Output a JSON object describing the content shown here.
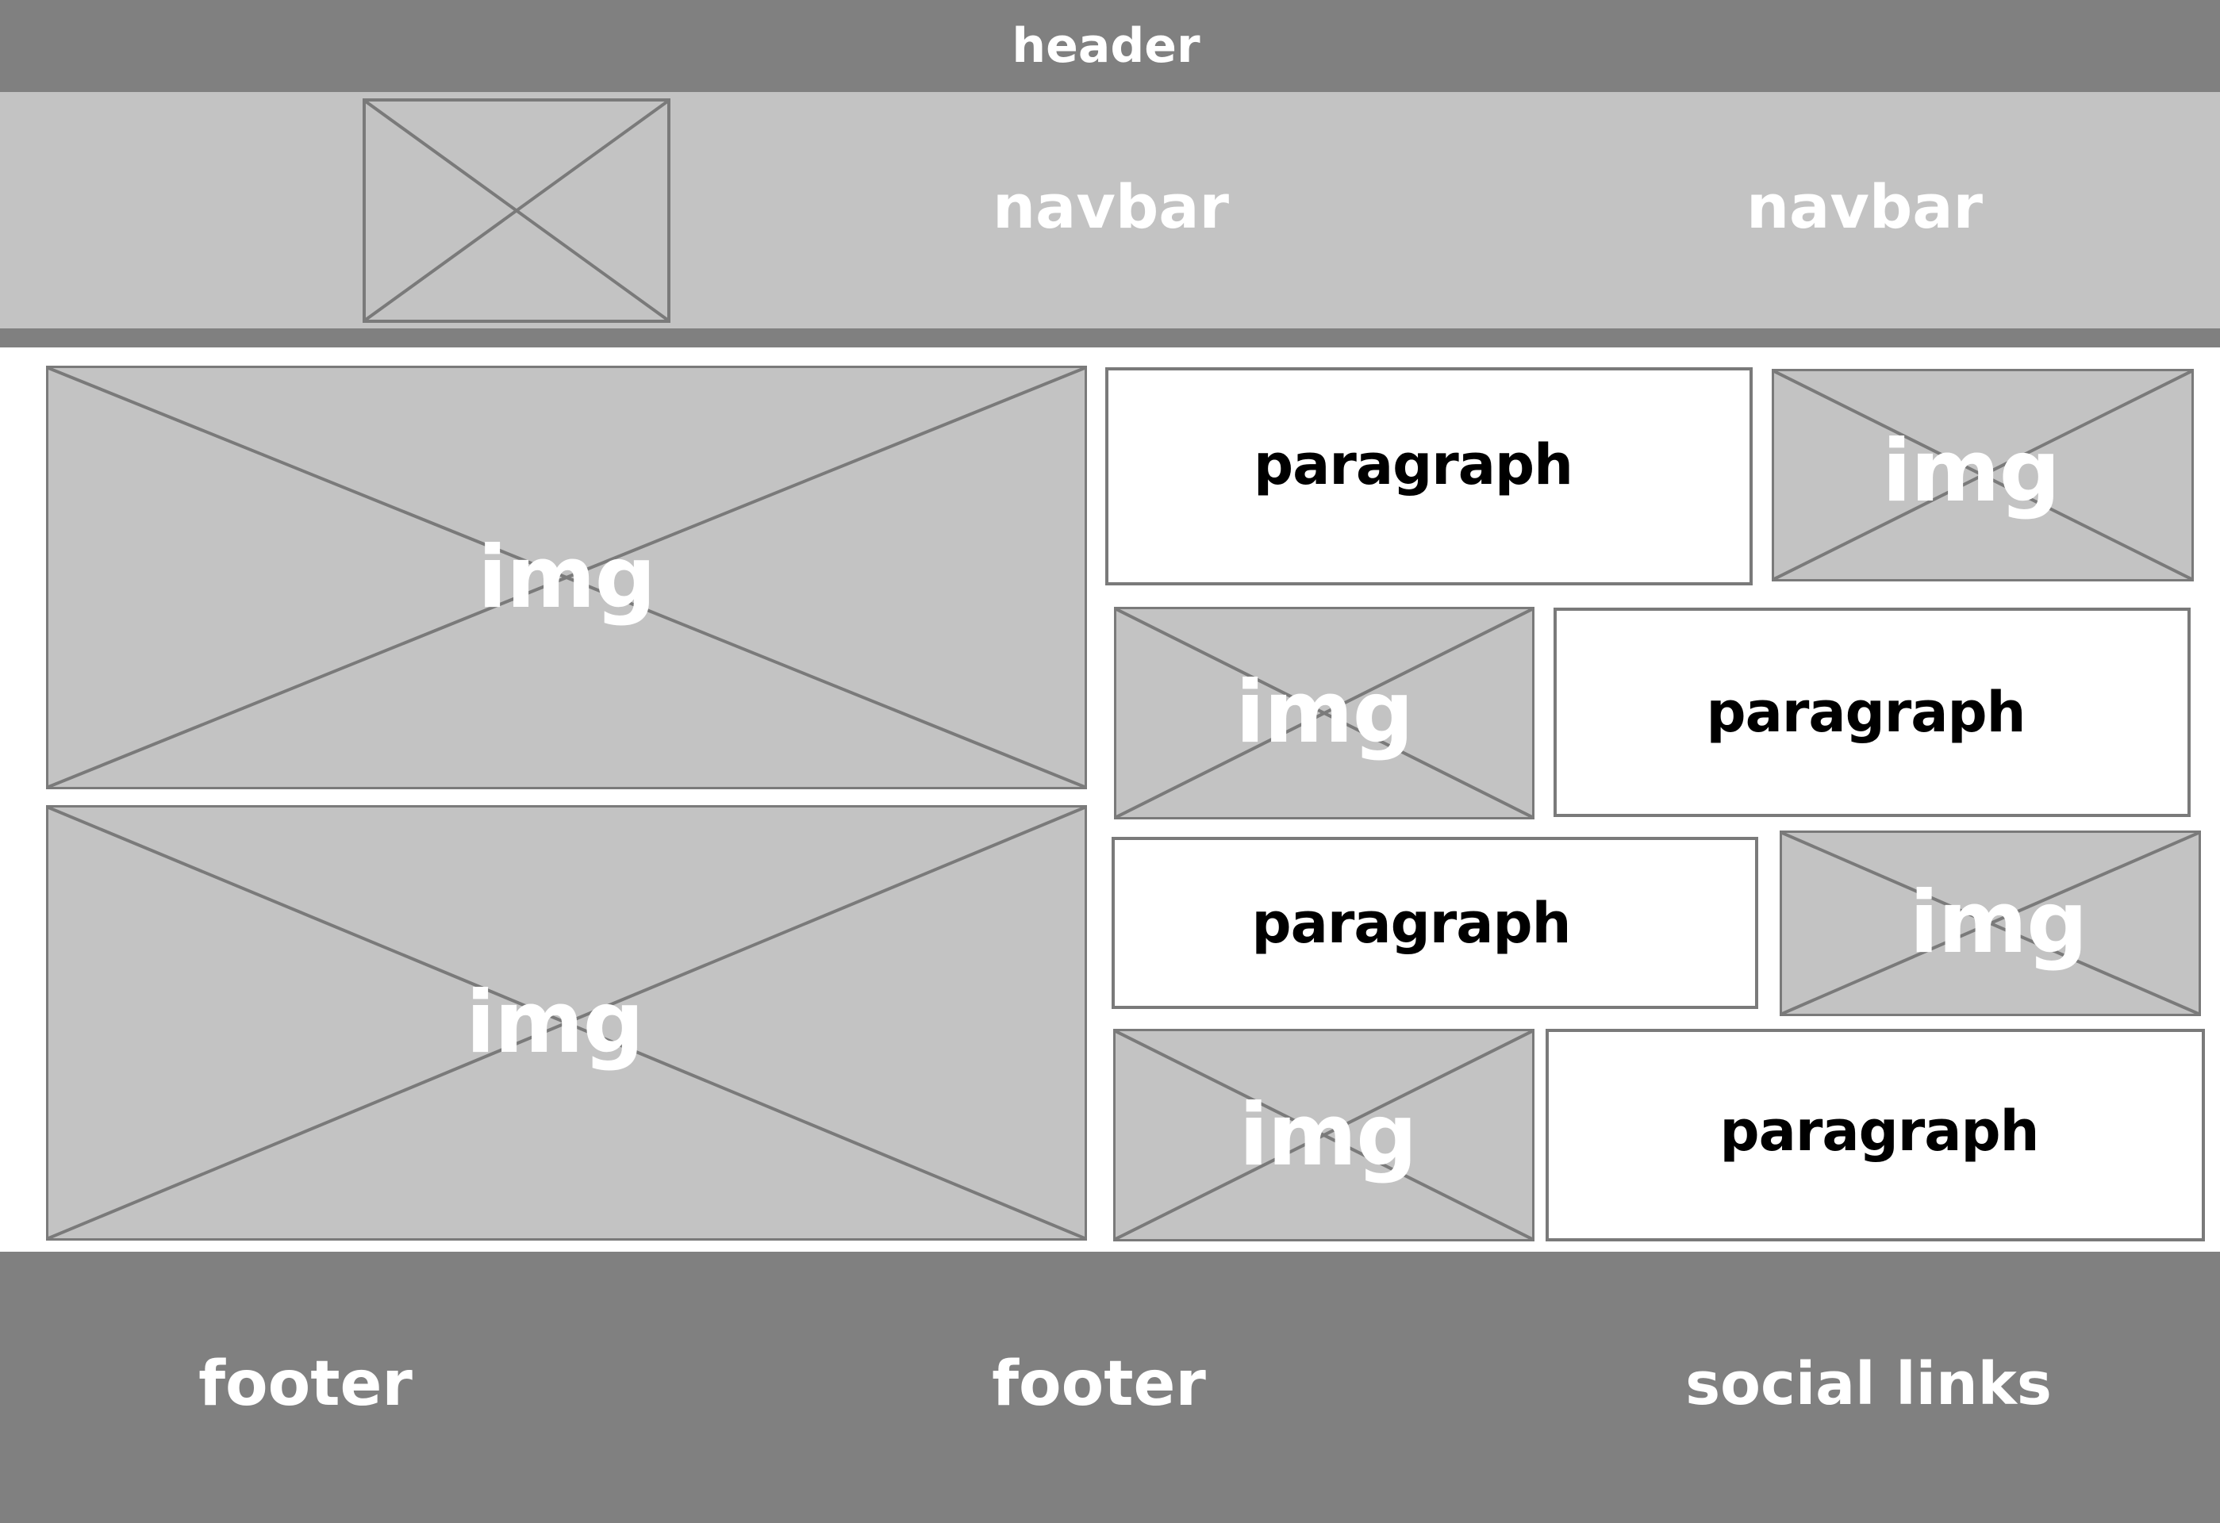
{
  "colors": {
    "header_bg": "#808080",
    "navbar_bg": "#c3c3c3",
    "footer_bg": "#808080",
    "placeholder_bg": "#c3c3c3",
    "placeholder_stroke": "#7a7a7a"
  },
  "header": {
    "label": "header"
  },
  "navbar": {
    "logo_icon": "image-placeholder-icon",
    "items": [
      {
        "label": "navbar"
      },
      {
        "label": "navbar"
      }
    ]
  },
  "main": {
    "left_images": [
      {
        "label": "img",
        "icon": "image-placeholder-icon"
      },
      {
        "label": "img",
        "icon": "image-placeholder-icon"
      }
    ],
    "rows": [
      {
        "paragraph": "paragraph",
        "img": "img"
      },
      {
        "img": "img",
        "paragraph": "paragraph"
      },
      {
        "paragraph": "paragraph",
        "img": "img"
      },
      {
        "img": "img",
        "paragraph": "paragraph"
      }
    ]
  },
  "footer": {
    "items": [
      {
        "label": "footer"
      },
      {
        "label": "footer"
      },
      {
        "label": "social links"
      }
    ]
  }
}
